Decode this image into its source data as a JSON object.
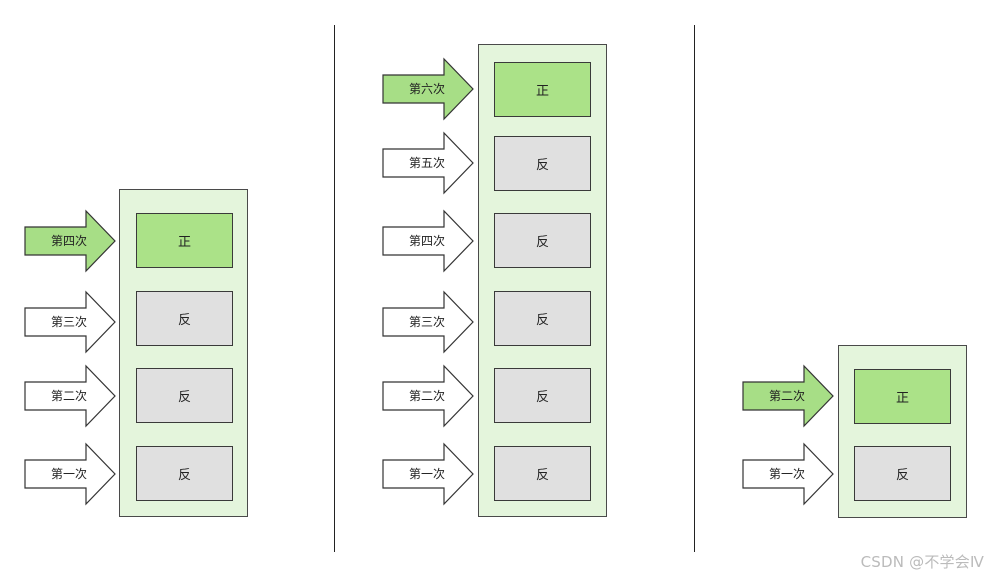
{
  "colors": {
    "front": "#abe288",
    "back": "#e0e0e0",
    "container": "#e4f5dc",
    "active_arrow": "#a7de86",
    "inactive_arrow": "#ffffff"
  },
  "panels": [
    {
      "cards": [
        {
          "face": "正",
          "state": "front"
        },
        {
          "face": "反",
          "state": "back"
        },
        {
          "face": "反",
          "state": "back"
        },
        {
          "face": "反",
          "state": "back"
        }
      ],
      "arrows": [
        {
          "label": "第四次",
          "active": true
        },
        {
          "label": "第三次",
          "active": false
        },
        {
          "label": "第二次",
          "active": false
        },
        {
          "label": "第一次",
          "active": false
        }
      ]
    },
    {
      "cards": [
        {
          "face": "正",
          "state": "front"
        },
        {
          "face": "反",
          "state": "back"
        },
        {
          "face": "反",
          "state": "back"
        },
        {
          "face": "反",
          "state": "back"
        },
        {
          "face": "反",
          "state": "back"
        },
        {
          "face": "反",
          "state": "back"
        }
      ],
      "arrows": [
        {
          "label": "第六次",
          "active": true
        },
        {
          "label": "第五次",
          "active": false
        },
        {
          "label": "第四次",
          "active": false
        },
        {
          "label": "第三次",
          "active": false
        },
        {
          "label": "第二次",
          "active": false
        },
        {
          "label": "第一次",
          "active": false
        }
      ]
    },
    {
      "cards": [
        {
          "face": "正",
          "state": "front"
        },
        {
          "face": "反",
          "state": "back"
        }
      ],
      "arrows": [
        {
          "label": "第二次",
          "active": true
        },
        {
          "label": "第一次",
          "active": false
        }
      ]
    }
  ],
  "watermark": "CSDN @不学会Ⅳ"
}
